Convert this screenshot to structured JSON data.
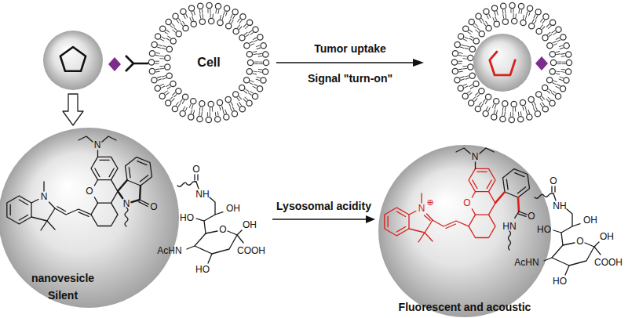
{
  "diagram": {
    "nodes": [
      {
        "text": [
          "Cell"
        ]
      },
      {
        "text": [
          "nanovesicle",
          "Silent"
        ]
      },
      {
        "text": [
          "Fluorescent and acoustic"
        ]
      }
    ],
    "edges": [
      {
        "from": 1,
        "to": 2,
        "label": "Lysosomal acidity",
        "arrow": "to"
      }
    ],
    "labels": [
      "Tumor uptake",
      "Signal \"turn-on\"",
      "N",
      "N",
      "O",
      "N",
      "O",
      "O",
      "NH",
      "OH",
      "HO",
      "O",
      "OH",
      "AcHN",
      "COOH",
      "HO",
      "N",
      "N",
      "⊕",
      "O",
      "O",
      "HN",
      "O",
      "NH",
      "OH",
      "HO",
      "O",
      "OH",
      "AcHN",
      "COOH",
      "HO"
    ]
  }
}
